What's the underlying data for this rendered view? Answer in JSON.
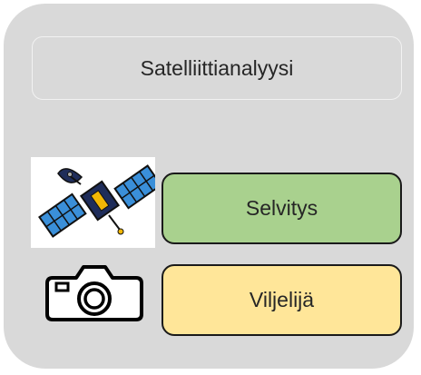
{
  "panel": {
    "title": "Satelliittianalyysi"
  },
  "rows": [
    {
      "icon": "satellite-icon",
      "label": "Selvitys",
      "color": "#a9d18e"
    },
    {
      "icon": "camera-icon",
      "label": "Viljelijä",
      "color": "#ffe699"
    }
  ]
}
